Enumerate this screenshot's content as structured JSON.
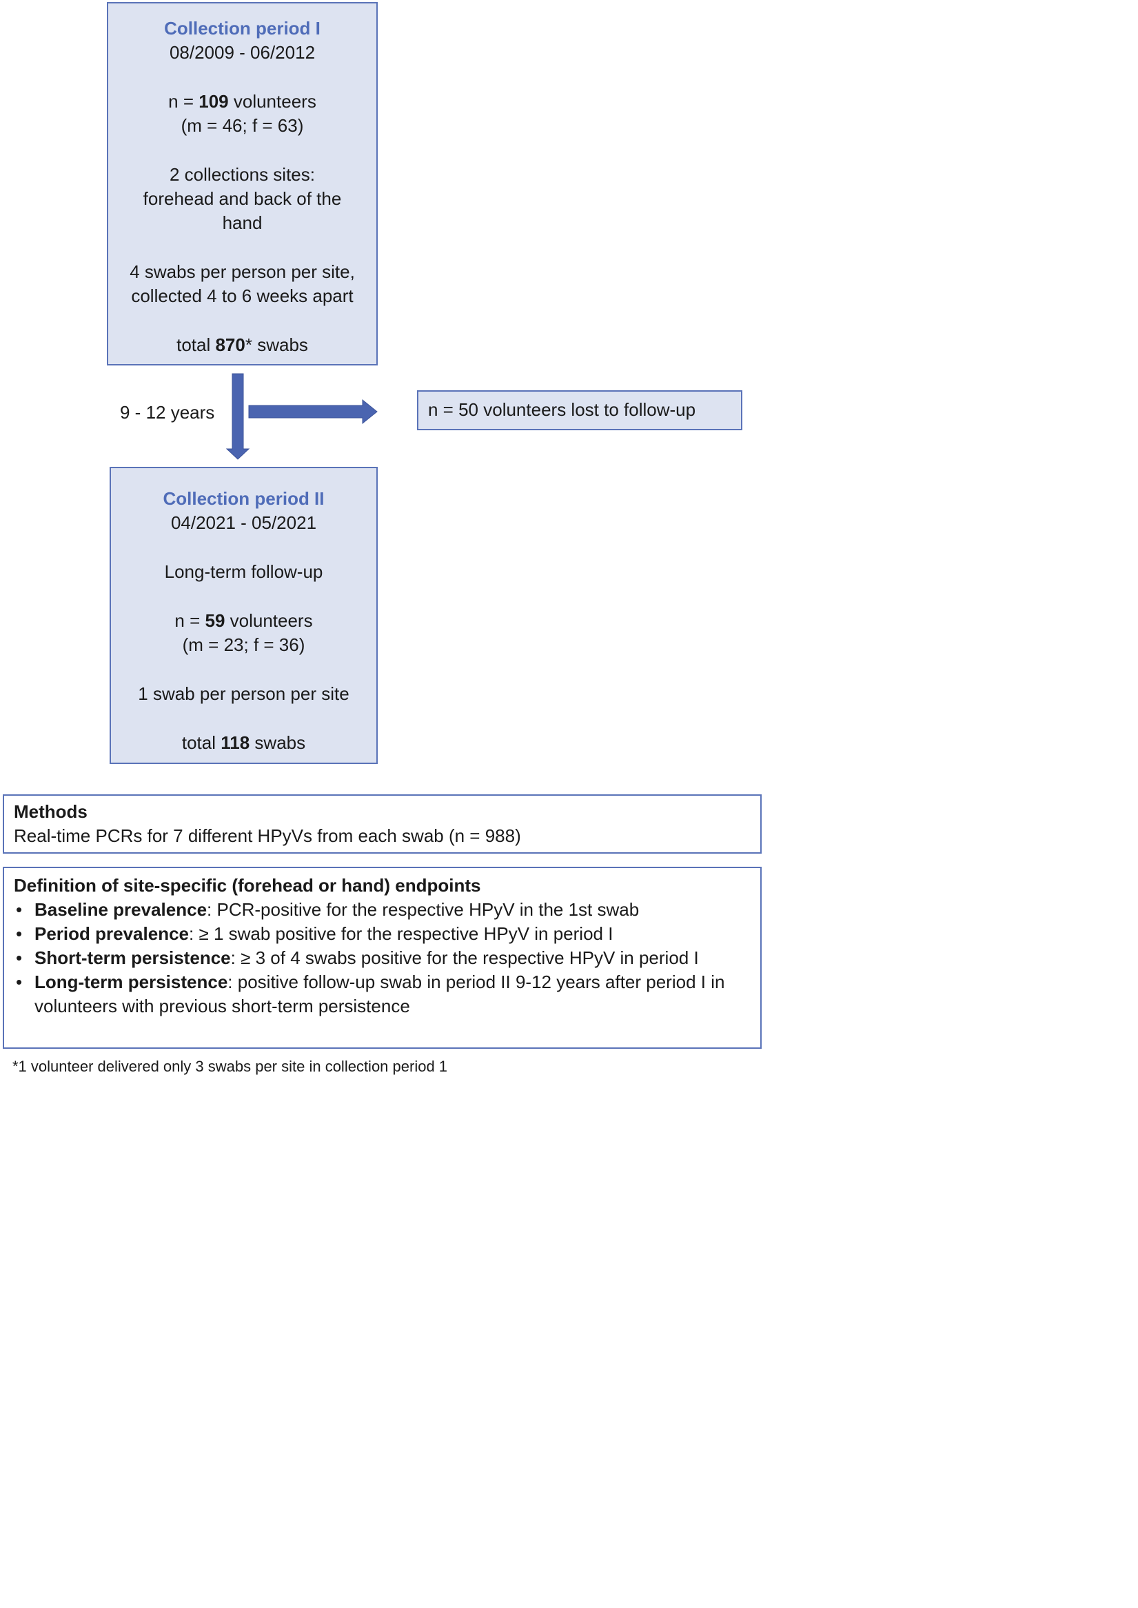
{
  "period1": {
    "title": "Collection period I",
    "dates": "08/2009 - 06/2012",
    "n_prefix": "n = ",
    "n_value": "109",
    "n_suffix": " volunteers",
    "sex_split": "(m = 46; f = 63)",
    "sites_line1": "2 collections sites:",
    "sites_line2": "forehead and back of the",
    "sites_line3": "hand",
    "swabs_line1": "4 swabs per person per site,",
    "swabs_line2": "collected 4 to 6 weeks apart",
    "total_prefix": "total ",
    "total_value": "870",
    "total_suffix": "* swabs"
  },
  "interval_label": "9 - 12 years",
  "lost_to_followup": "n = 50 volunteers lost to follow-up",
  "period2": {
    "title": "Collection period II",
    "dates": "04/2021 - 05/2021",
    "subtitle": "Long-term follow-up",
    "n_prefix": "n = ",
    "n_value": "59",
    "n_suffix": " volunteers",
    "sex_split": "(m = 23; f = 36)",
    "swabs_line": "1 swab per person per site",
    "total_prefix": "total ",
    "total_value": "118",
    "total_suffix": " swabs"
  },
  "methods": {
    "heading": "Methods",
    "text": "Real-time PCRs for 7 different HPyVs from each swab (n = 988)"
  },
  "endpoints": {
    "heading": "Definition of site-specific (forehead or hand) endpoints",
    "items": [
      {
        "term": "Baseline prevalence",
        "text": ": PCR-positive for the respective HPyV in the 1st swab"
      },
      {
        "term": "Period prevalence",
        "text": ": ≥ 1 swab positive for the respective HPyV in period I"
      },
      {
        "term": "Short-term persistence",
        "text": ": ≥ 3 of 4 swabs positive for the respective HPyV in period I"
      },
      {
        "term": "Long-term persistence",
        "text": ": positive follow-up swab in period II 9-12 years after period I in volunteers with previous short-term persistence"
      }
    ]
  },
  "footnote": "*1 volunteer delivered only 3 swabs per site in collection period 1",
  "colors": {
    "box_fill": "#dde3f1",
    "box_border": "#5a73b8",
    "title_text": "#4f6cb8",
    "arrow": "#4a64b0"
  }
}
